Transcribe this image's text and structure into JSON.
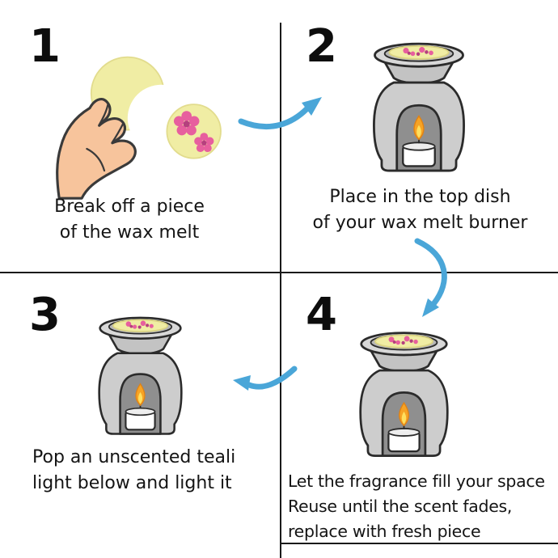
{
  "steps": [
    {
      "number": "1",
      "lines": [
        "Break off a piece",
        "of the wax melt"
      ]
    },
    {
      "number": "2",
      "lines": [
        "Place in the top dish",
        "of your wax melt burner"
      ]
    },
    {
      "number": "3",
      "lines": [
        "Pop an unscented teali",
        "light below and light it"
      ]
    },
    {
      "number": "4",
      "lines": [
        "Let the fragrance fill your space",
        "Reuse until the scent fades,",
        "replace with fresh piece"
      ]
    }
  ],
  "illustrations": {
    "step1": "hand-breaking-piece-of-wax-melt",
    "step2": "wax-melt-burner-lit-tealight",
    "step3": "wax-melt-burner-lit-tealight",
    "step4": "wax-melt-burner-lit-tealight"
  },
  "arrows": [
    {
      "name": "arrow-step1-to-step2",
      "direction": "right"
    },
    {
      "name": "arrow-step2-to-step4",
      "direction": "down"
    },
    {
      "name": "arrow-step4-to-step3",
      "direction": "left"
    }
  ],
  "colors": {
    "background": "#ffffff",
    "text": "#141414",
    "divider": "#1a1a1a",
    "arrow_blue": "#4aa6d8",
    "wax_yellow": "#f0eda4",
    "flower_pink": "#e75f9e",
    "flower_pink_dark": "#b5407e",
    "burner_body_gray": "#cdcdcd",
    "burner_arch_gray": "#8f8f8f",
    "hand_skin": "#f7c49c",
    "flame_orange": "#f6a325",
    "flame_yellow": "#ffdf5e",
    "outline": "#2b2b2b"
  }
}
